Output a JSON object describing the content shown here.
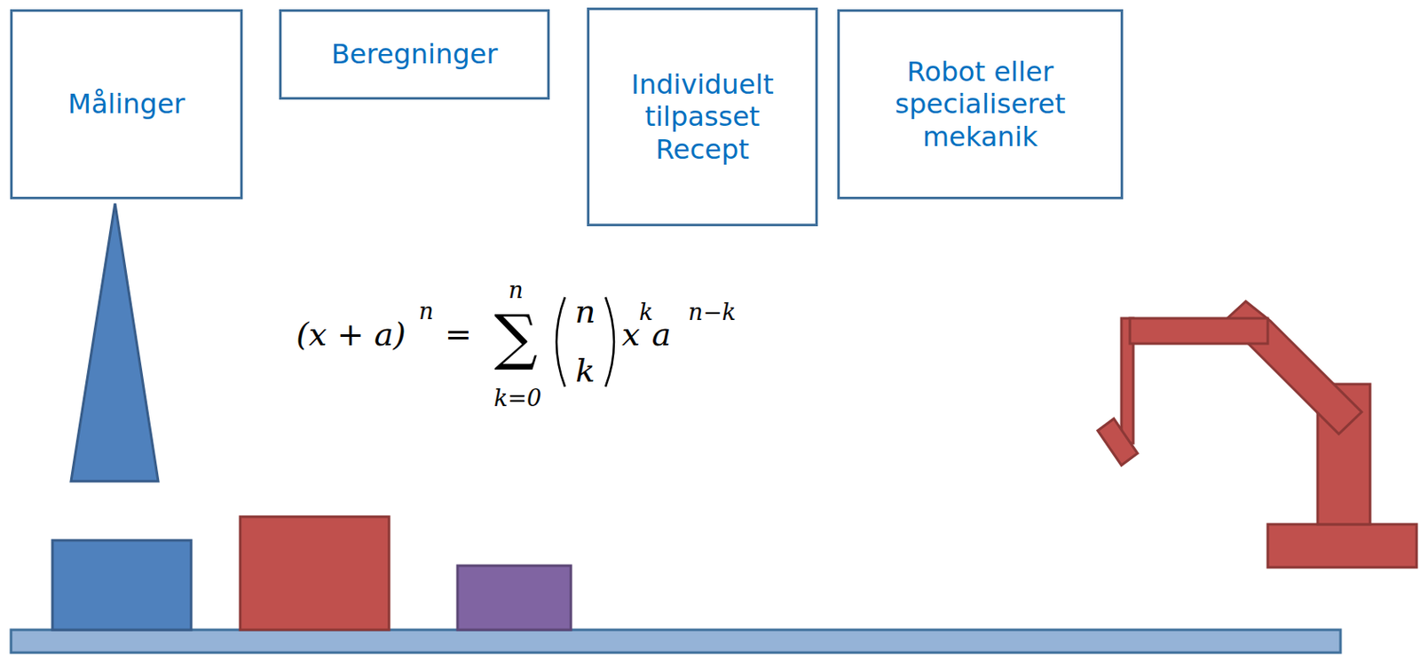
{
  "diagram": {
    "nodes": [
      {
        "text": [
          "Målinger"
        ]
      },
      {
        "text": [
          "Beregninger"
        ]
      },
      {
        "text": [
          "Individuelt tilpasset Recept"
        ]
      },
      {
        "text": [
          "Robot eller specialiseret mekanik"
        ]
      }
    ],
    "labels": [
      "(x + a)",
      "n",
      "=",
      "∑",
      "n",
      "k=0",
      "n",
      "k",
      "x",
      "k",
      "a",
      "n−k"
    ]
  }
}
